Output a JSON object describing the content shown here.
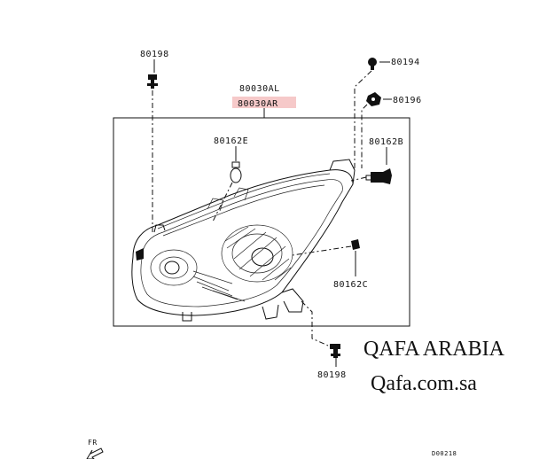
{
  "parts": {
    "bolt_top": "80198",
    "bolt_right_top": "80194",
    "nut_right": "80196",
    "headlamp_left": "80030AL",
    "headlamp_right": "80030AR",
    "bulb_e": "80162E",
    "bulb_b": "80162B",
    "bulb_c": "80162C",
    "bolt_bottom": "80198"
  },
  "highlight_color": "#f6c9c9",
  "watermark": {
    "line1": "QAFA ARABIA",
    "line2": "Qafa.com.sa"
  },
  "footer": {
    "direction": "FR",
    "diagram_code": "D00218"
  }
}
